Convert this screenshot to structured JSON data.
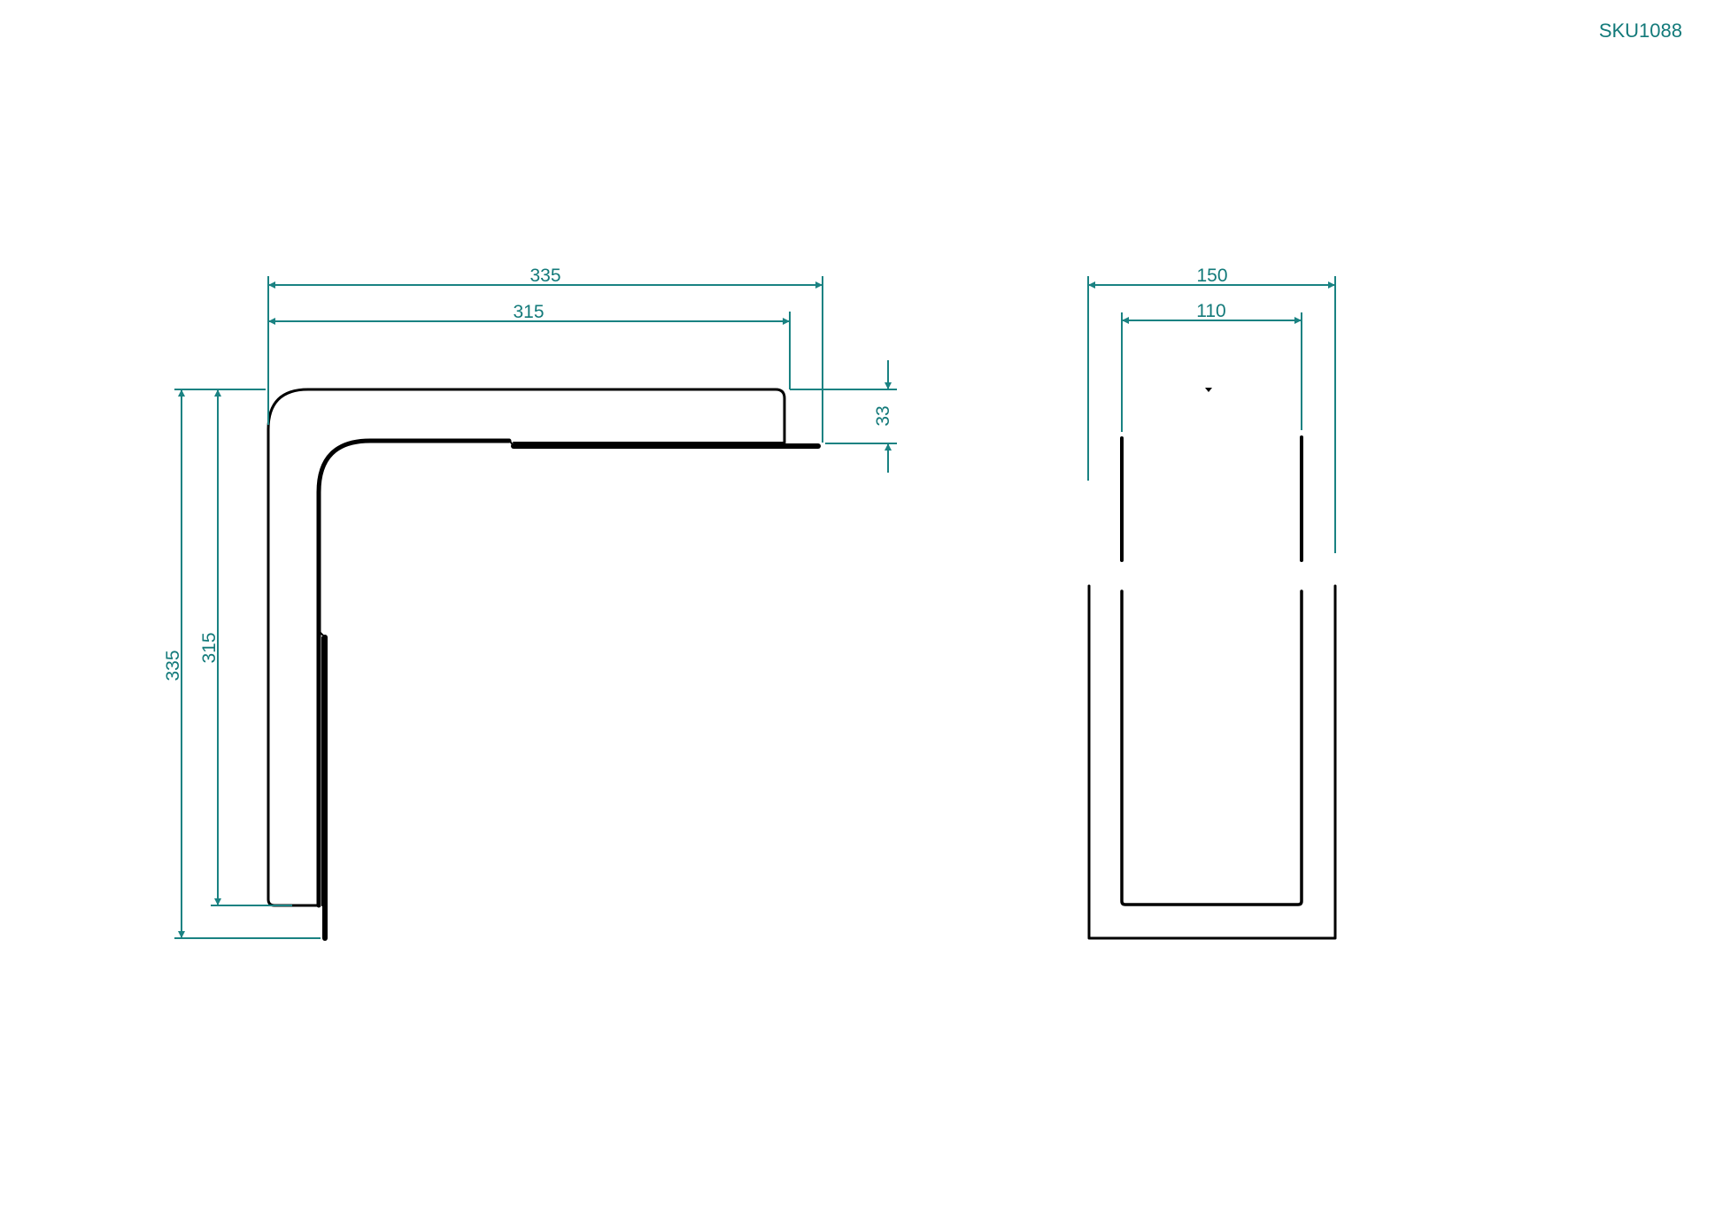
{
  "sheet": {
    "sku": "SKU1088"
  },
  "colors": {
    "dimension": "#1a8282",
    "dimension_text": "#137a7a",
    "part_outline": "#000000",
    "background": "#ffffff"
  },
  "side_view": {
    "dimensions": {
      "overall_width": "335",
      "inner_width": "315",
      "overall_height": "335",
      "inner_height": "315",
      "thickness": "33"
    }
  },
  "front_view": {
    "dimensions": {
      "overall_width": "150",
      "inner_width": "110"
    }
  }
}
